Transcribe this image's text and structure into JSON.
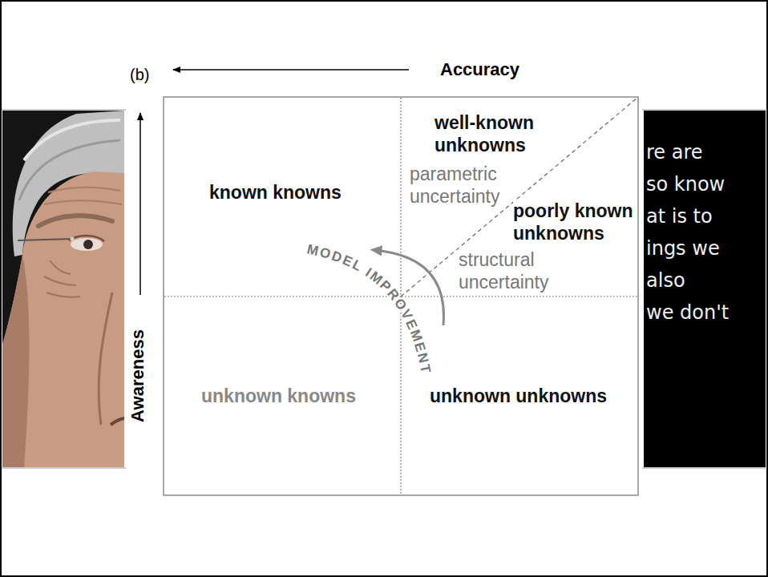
{
  "diagram": {
    "labels": [
      "(b)",
      "Accuracy",
      "Awareness",
      "well-known unknowns",
      "known knowns",
      "parametric uncertainty",
      "poorly known unknowns",
      "MODEL IMPROVEMENT",
      "structural uncertainty",
      "unknown knowns",
      "unknown unknowns",
      "re are",
      "so know",
      "at is to",
      "ings we",
      "also",
      "we don't"
    ]
  }
}
